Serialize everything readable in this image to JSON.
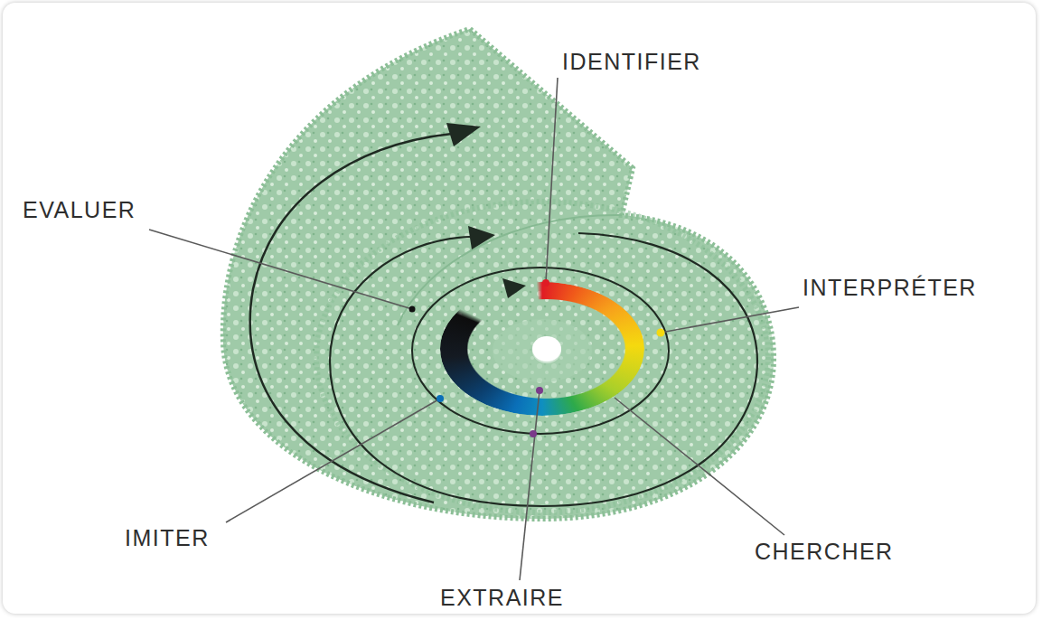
{
  "diagram": {
    "labels": [
      "IDENTIFIER",
      "EVALUER",
      "INTERPRÉTER",
      "IMITER",
      "CHERCHER",
      "EXTRAIRE"
    ]
  }
}
